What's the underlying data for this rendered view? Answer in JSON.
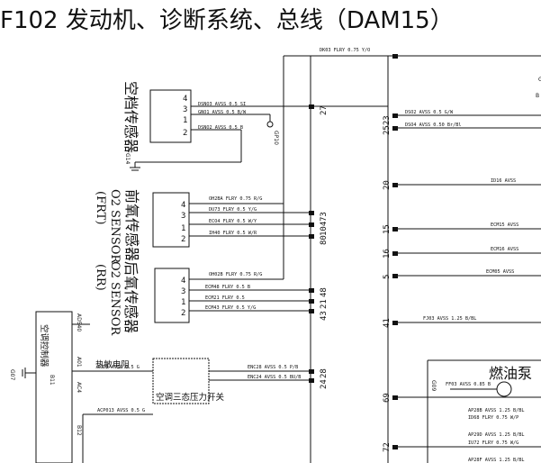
{
  "title": "F102 发动机、诊断系统、总线（DAM15）",
  "components": {
    "ac_sensor": "空档传感器",
    "front_o2_cn": "前氧传感器",
    "front_o2_en": "O2 SENSOR",
    "front_o2_tag": "(FRT)",
    "rear_o2_cn": "后氧传感器",
    "rear_o2_en": "O2 SENSOR",
    "rear_o2_tag": "(RR)",
    "ac_controller": "空调控制器",
    "thermistor": "热敏电阻",
    "pressure_switch": "空调三态压力开关",
    "fuel_pump": "燃油泵",
    "ground_pt": "GP10"
  },
  "wires": {
    "top": "DK03 FLRY 0.75 Y/O",
    "w1": "DSNO3 AVSS 0.5 SI",
    "w2": "GNO1 AVSS 0.5 B/W",
    "w3": "DSNO2 AVSS 0.5 B",
    "w4": "OH2BA FLRY 0.75 R/G",
    "w5": "DU73 FLRY 0.5 Y/G",
    "w6": "ECO4 FLRY 0.5 W/Y",
    "w7": "IH40 FLRY 0.5 W/R",
    "w8": "OH02B FLRY 0.75 R/G",
    "w9": "ECM48 FLRY 0.5 B",
    "w10": "ECM21 FLRY 0.5",
    "w11": "ECM43 FLRY 0.5 Y/G",
    "w12": "A0DD AVSS 0.5 G",
    "w13": "ACP013 AVSS 0.5 G",
    "w14": "ENC28 AVSS 0.5 P/B",
    "w15": "ENC24 AVSS 0.5 BU/B",
    "r1": "DSO2 AVSS 0.5 G/W",
    "r2": "DSO4 AVSS 0.50 Br/Bl",
    "r3": "ID16 AVSS",
    "r4": "ECM15 AVSS",
    "r5": "ECM16 AVSS",
    "r6": "ECM05 AVSS",
    "r7": "FJ03 AVSS 1.25 B/BL",
    "r8": "FF03 AVSS 0.85 B",
    "r9": "AP28B AVSS 1.25 B/BL",
    "r10": "ID68 FLRY 0.75 W/P",
    "r11": "AP29D AVSS 1.25 B/BL",
    "r12": "IU72 FLRY 0.75 W/G",
    "r13": "AP28F AVSS 1.25 B/BL"
  },
  "pins": {
    "p27": "27",
    "p2523": "2523",
    "p20": "20",
    "p15": "15",
    "p16": "16",
    "p5": "5",
    "p73": "73",
    "p104": "104",
    "p80": "80",
    "p48": "48",
    "p21": "21",
    "p43": "43",
    "p28": "28",
    "p24": "24",
    "p41": "41",
    "p69": "69",
    "p72": "72",
    "s1_4": "4",
    "s1_3": "3",
    "s1_1": "1",
    "s1_2": "2",
    "s2_4": "4",
    "s2_3": "3",
    "s2_1": "1",
    "s2_2": "2",
    "s3_4": "4",
    "s3_3": "3",
    "s3_1": "1",
    "s3_2": "2"
  },
  "labels": {
    "ac_pin_a": "AD540",
    "ac_pin_b": "A01",
    "ac_pin_c": "AC4",
    "ac_pin_d": "B12",
    "ac_pin_e": "B11",
    "gnd1": "G07",
    "gnd2": "G14",
    "gnd3": "G",
    "gnd4": "G09",
    "side": "B"
  }
}
